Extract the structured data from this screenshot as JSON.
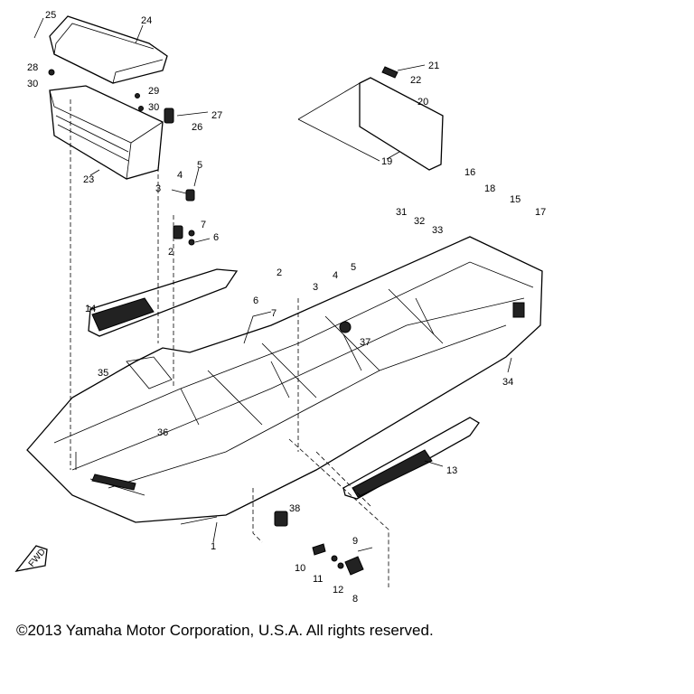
{
  "copyright": "©2013 Yamaha Motor Corporation, U.S.A. All rights reserved.",
  "fwd_label": "FWD",
  "callouts": [
    "1",
    "2",
    "3",
    "4",
    "5",
    "6",
    "7",
    "8",
    "9",
    "10",
    "11",
    "12",
    "13",
    "14",
    "15",
    "16",
    "17",
    "18",
    "19",
    "20",
    "21",
    "22",
    "23",
    "24",
    "25",
    "26",
    "27",
    "28",
    "29",
    "30",
    "31",
    "32",
    "33",
    "34",
    "35",
    "36",
    "37",
    "38"
  ]
}
